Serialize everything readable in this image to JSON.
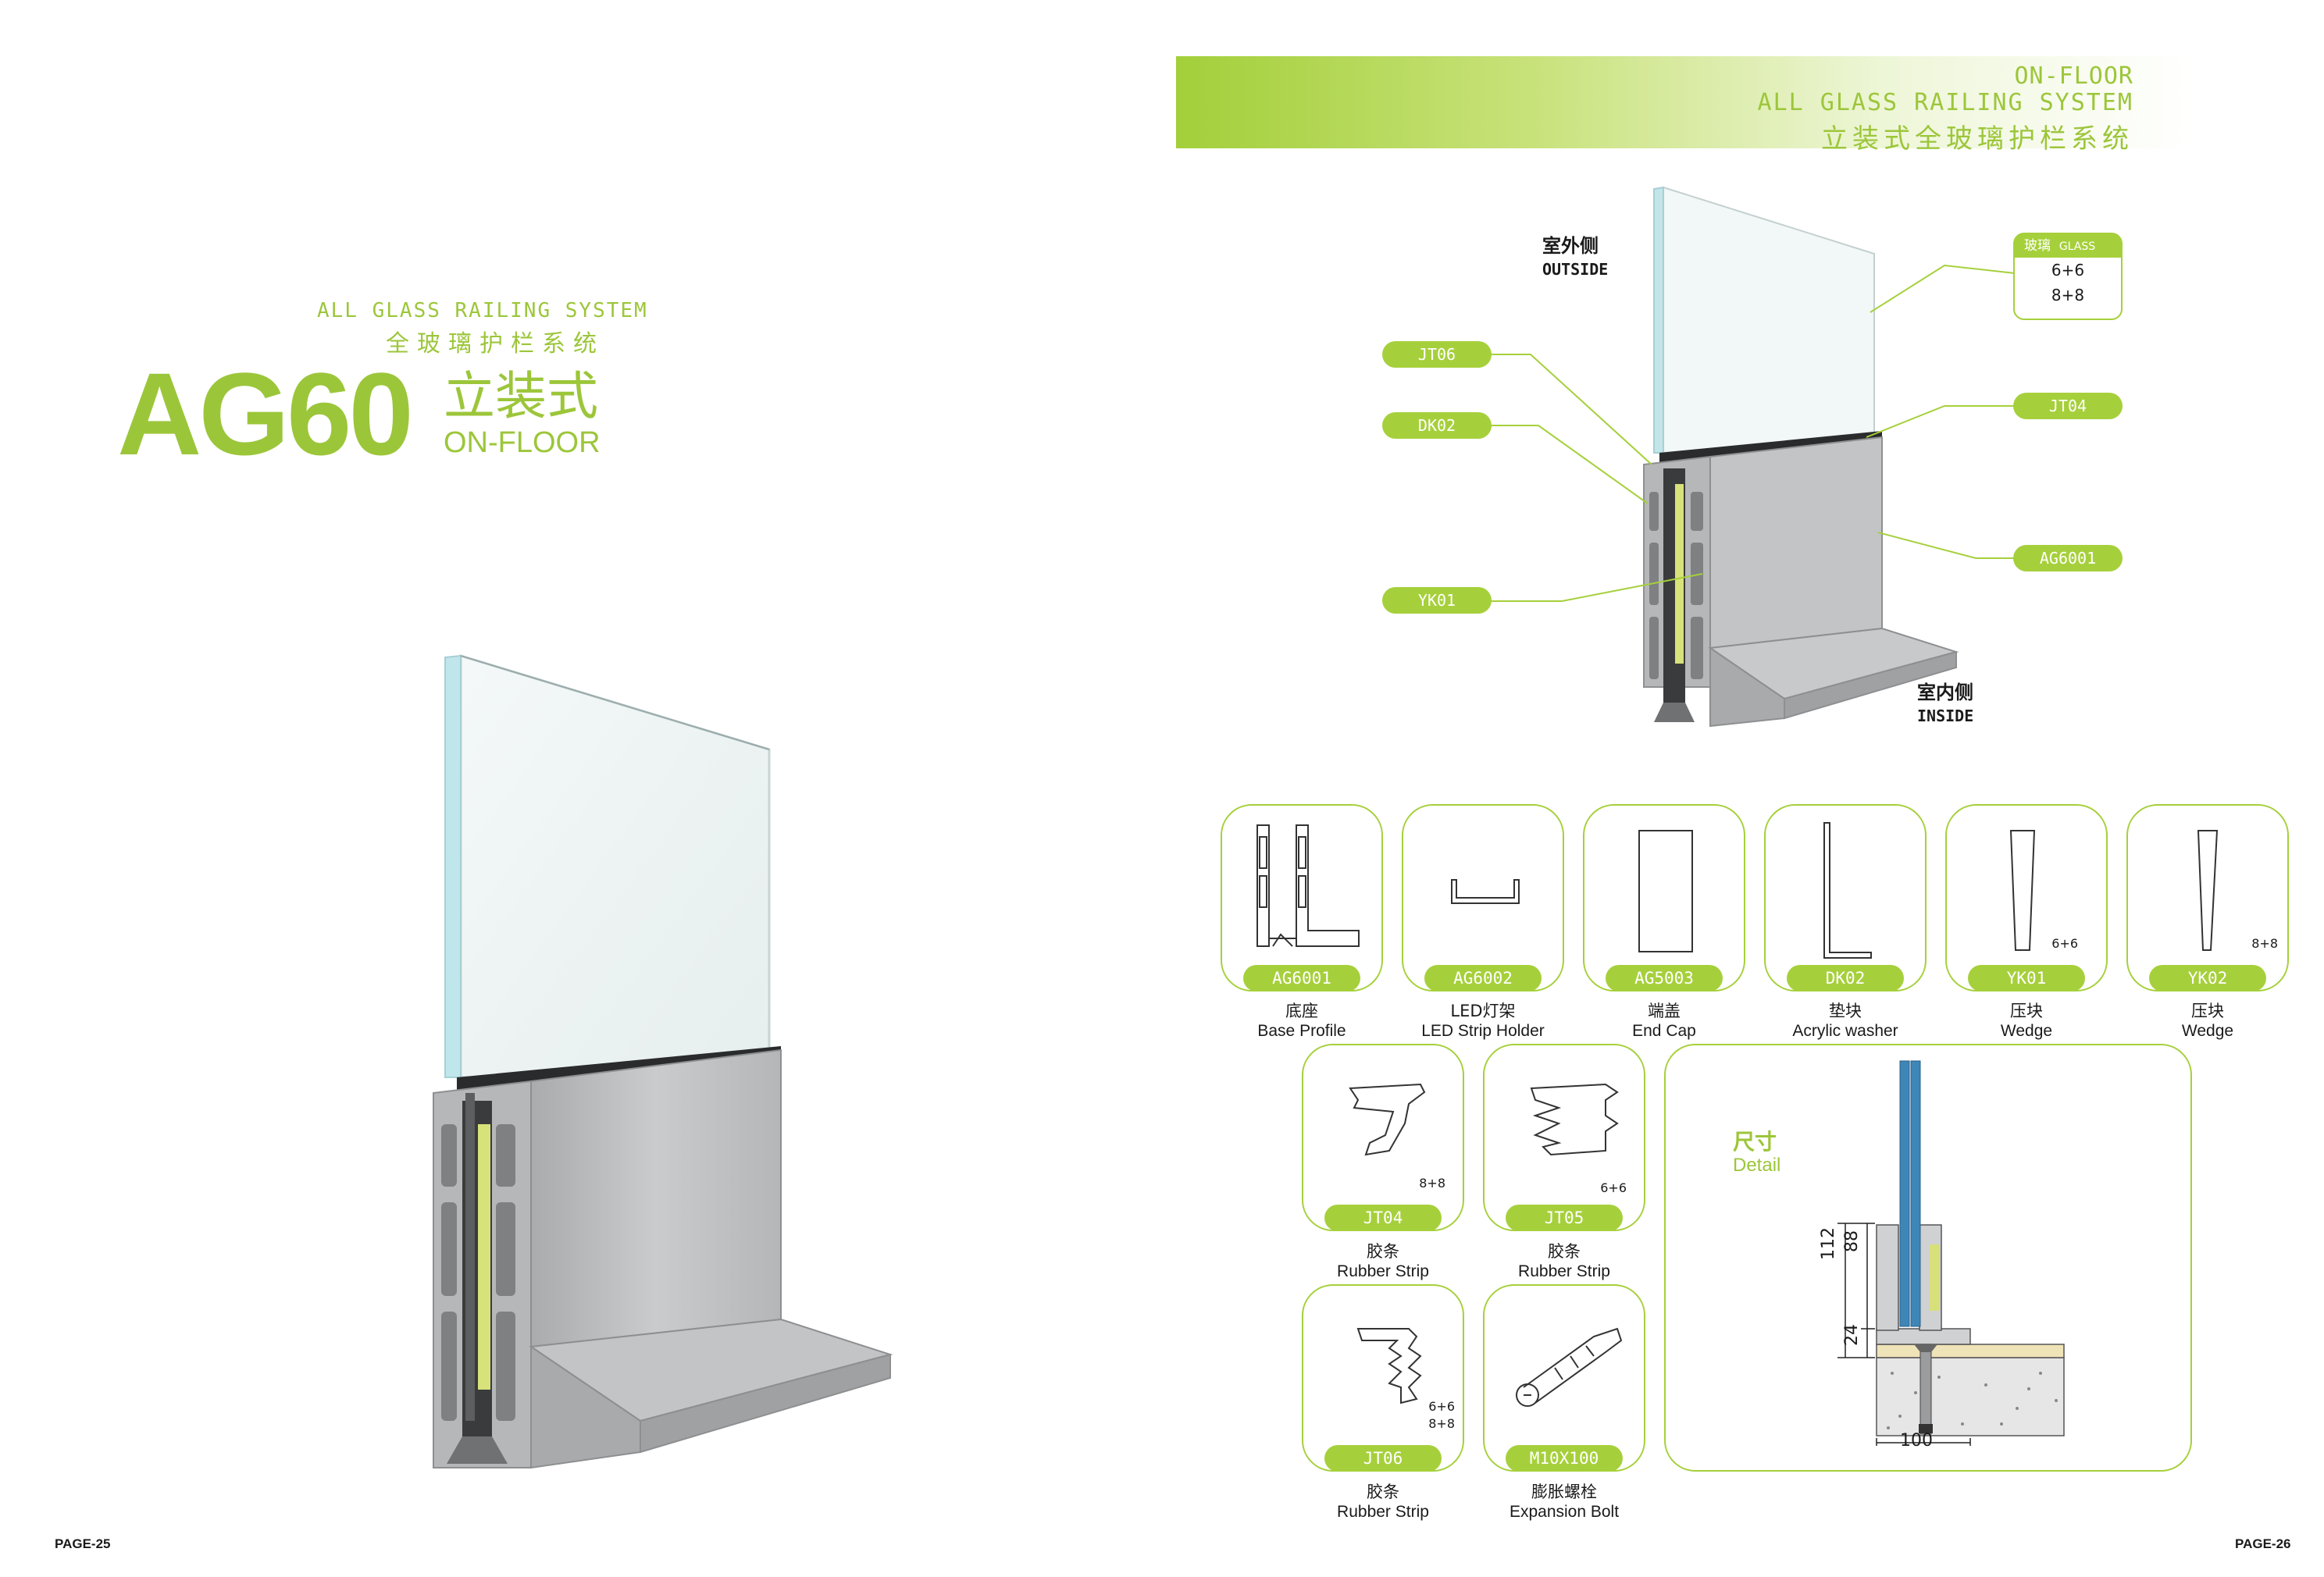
{
  "left_page": {
    "series_en": "ALL GLASS RAILING SYSTEM",
    "series_cn": "全玻璃护栏系统",
    "model": "AG60",
    "model_cn": "立装式",
    "model_en": "ON-FLOOR",
    "page": "PAGE-25"
  },
  "right_page": {
    "header": {
      "line1": "ON-FLOOR",
      "line2": "ALL GLASS RAILING SYSTEM",
      "line3": "立装式全玻璃护栏系统"
    },
    "outside": {
      "cn": "室外侧",
      "en": "OUTSIDE"
    },
    "inside": {
      "cn": "室内侧",
      "en": "INSIDE"
    },
    "glass": {
      "cn": "玻璃",
      "en": "GLASS",
      "values": [
        "6+6",
        "8+8"
      ]
    },
    "callouts": {
      "jt06": "JT06",
      "dk02": "DK02",
      "yk01": "YK01",
      "jt04": "JT04",
      "ag6001": "AG6001"
    },
    "parts_row1": [
      {
        "code": "AG6001",
        "cn": "底座",
        "en": "Base Profile",
        "note": ""
      },
      {
        "code": "AG6002",
        "cn": "LED灯架",
        "en": "LED Strip Holder",
        "note": ""
      },
      {
        "code": "AG5003",
        "cn": "端盖",
        "en": "End Cap",
        "note": ""
      },
      {
        "code": "DK02",
        "cn": "垫块",
        "en": "Acrylic washer",
        "note": ""
      },
      {
        "code": "YK01",
        "cn": "压块",
        "en": "Wedge",
        "note": "6+6"
      },
      {
        "code": "YK02",
        "cn": "压块",
        "en": "Wedge",
        "note": "8+8"
      }
    ],
    "parts_row2": [
      {
        "code": "JT04",
        "cn": "胶条",
        "en": "Rubber Strip",
        "note": "8+8"
      },
      {
        "code": "JT05",
        "cn": "胶条",
        "en": "Rubber Strip",
        "note": "6+6"
      }
    ],
    "parts_row3": [
      {
        "code": "JT06",
        "cn": "胶条",
        "en": "Rubber Strip",
        "note": "6+6",
        "note2": "8+8"
      },
      {
        "code": "M10X100",
        "cn": "膨胀螺栓",
        "en": "Expansion Bolt",
        "note": ""
      }
    ],
    "detail": {
      "cn": "尺寸",
      "en": "Detail",
      "dim_total": "112",
      "dim_upper": "88",
      "dim_lower": "24",
      "dim_width": "100"
    },
    "page": "PAGE-26"
  },
  "colors": {
    "accent": "#a6d03b",
    "profile": "#b7b9bb",
    "glass": "#dfeeee"
  }
}
